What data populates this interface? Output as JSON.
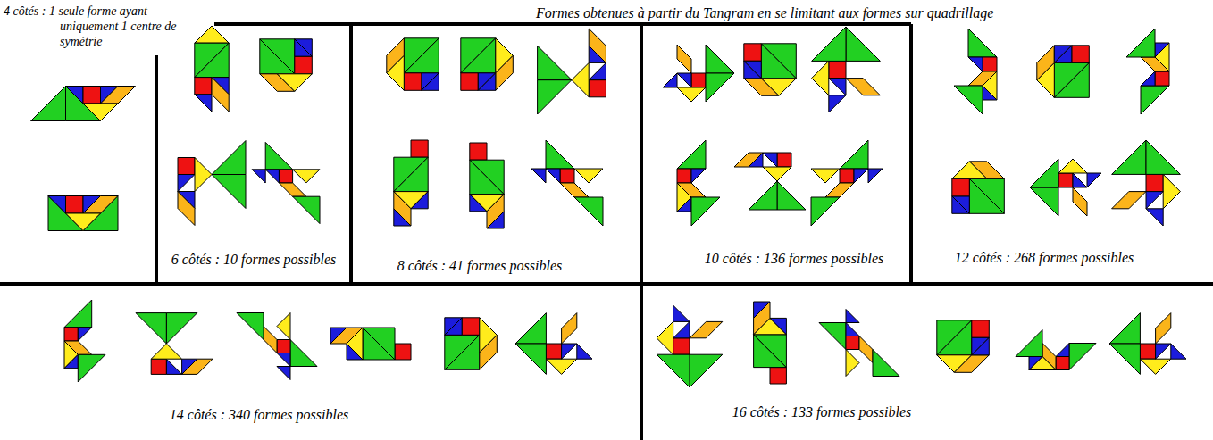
{
  "diagram": {
    "title": "Formes obtenues à partir du Tangram en se limitant aux formes sur quadrillage",
    "labels": [
      "4 côtés : 1 seule forme ayant uniquement 1 centre de symétrie",
      "6 côtés : 10 formes possibles",
      "8 côtés : 41 formes possibles",
      "10 côtés : 136 formes possibles",
      "12 côtés : 268 formes possibles",
      "14 côtés : 340 formes possibles",
      "16 côtés : 133 formes possibles"
    ]
  }
}
